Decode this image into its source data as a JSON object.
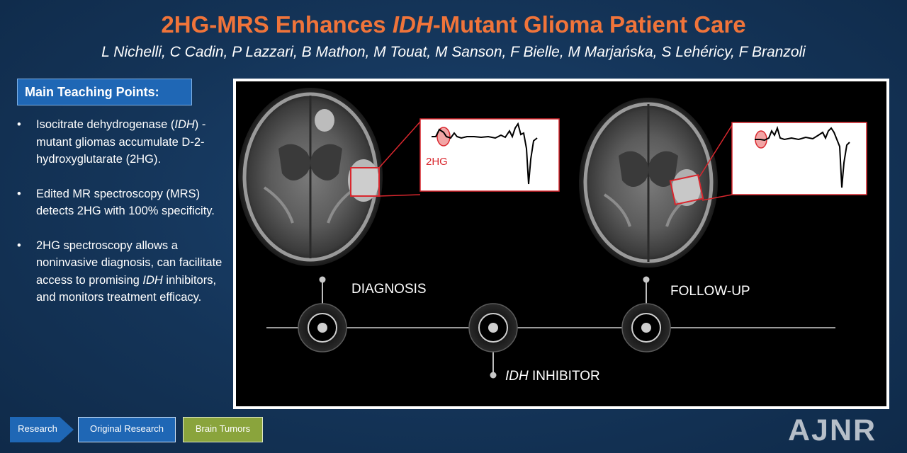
{
  "header": {
    "title_part1": "2HG-MRS Enhances ",
    "title_italic": "IDH",
    "title_part2": "-Mutant Glioma Patient Care",
    "authors": "L Nichelli, C Cadin, P Lazzari, B Mathon, M Touat, M Sanson, F Bielle, M Marjańska, S Lehéricy, F Branzoli"
  },
  "teaching": {
    "heading": "Main Teaching Points:",
    "bullet_char": "•",
    "p1_a": "Isocitrate dehydrogenase (",
    "p1_i": "IDH",
    "p1_b": ") - mutant gliomas accumulate D-2-hydroxyglutarate (2HG).",
    "p2": "Edited MR spectroscopy (MRS) detects 2HG with 100% specificity.",
    "p3_a": "2HG spectroscopy allows a noninvasive diagnosis, can facilitate access to promising ",
    "p3_i": "IDH",
    "p3_b": " inhibitors, and monitors treatment efficacy."
  },
  "figure": {
    "spectrum_label": "2HG",
    "diagnosis_label": "DIAGNOSIS",
    "followup_label": "FOLLOW-UP",
    "inhibitor_italic": "IDH",
    "inhibitor_rest": " INHIBITOR"
  },
  "footer": {
    "tag_research": "Research",
    "tag_original": "Original Research",
    "tag_brain": "Brain Tumors",
    "logo": "AJNR"
  },
  "colors": {
    "title": "#f0743a",
    "tag_blue": "#1f67b5",
    "tag_green": "#8aa43c",
    "highlight_red": "#d9272e"
  }
}
